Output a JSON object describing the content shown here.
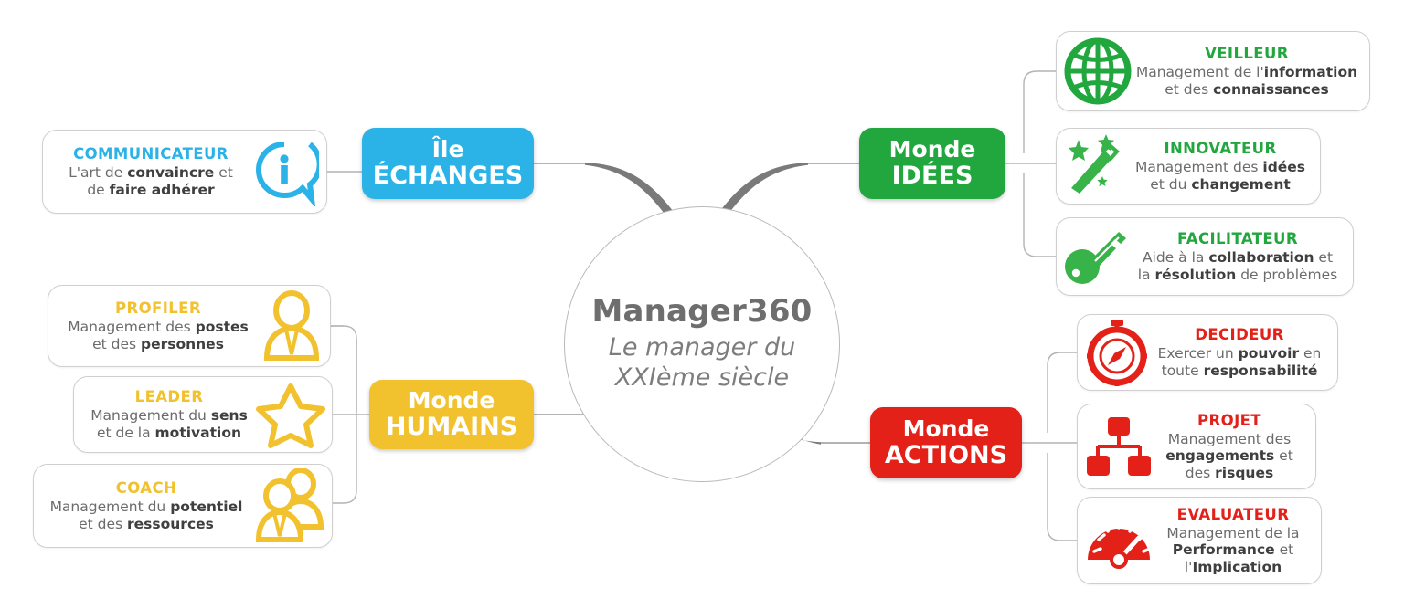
{
  "center": {
    "title": "Manager360",
    "subtitle_line1": "Le manager du",
    "subtitle_line2": "XXIème siècle"
  },
  "colors": {
    "blue": "#2bb3e8",
    "green": "#22A73F",
    "yellow": "#F2C12E",
    "red": "#E32119",
    "card_border": "#cfcfcf",
    "body_text": "#6b6b6b",
    "strong_text": "#3f3f3f",
    "hub_text": "#6e6e6e",
    "connector": "#9a9a9a"
  },
  "worlds": {
    "echanges": {
      "line1": "Île",
      "line2": "ÉCHANGES"
    },
    "idees": {
      "line1": "Monde",
      "line2": "IDÉES"
    },
    "humains": {
      "line1": "Monde",
      "line2": "HUMAINS"
    },
    "actions": {
      "line1": "Monde",
      "line2": "ACTIONS"
    }
  },
  "cards": {
    "communicateur": {
      "name": "COMMUNICATEUR",
      "icon": "speech-bubble-info-icon",
      "desc_line1_pre": "L'art de ",
      "desc_line1_strong": "convaincre",
      "desc_line1_post": " et",
      "desc_line2_pre": "de ",
      "desc_line2_strong": "faire adhérer",
      "desc_line2_post": ""
    },
    "profiler": {
      "name": "PROFILER",
      "icon": "person-icon",
      "desc_line1_pre": "Management des ",
      "desc_line1_strong": "postes",
      "desc_line1_post": "",
      "desc_line2_pre": "et des ",
      "desc_line2_strong": "personnes",
      "desc_line2_post": ""
    },
    "leader": {
      "name": "LEADER",
      "icon": "star-icon",
      "desc_line1_pre": "Management du ",
      "desc_line1_strong": "sens",
      "desc_line1_post": "",
      "desc_line2_pre": "et de la ",
      "desc_line2_strong": "motivation",
      "desc_line2_post": ""
    },
    "coach": {
      "name": "COACH",
      "icon": "two-people-icon",
      "desc_line1_pre": "Management du ",
      "desc_line1_strong": "potentiel",
      "desc_line1_post": "",
      "desc_line2_pre": "et des ",
      "desc_line2_strong": "ressources",
      "desc_line2_post": ""
    },
    "veilleur": {
      "name": "VEILLEUR",
      "icon": "globe-icon",
      "desc_line1_pre": "Management de l'",
      "desc_line1_strong": "information",
      "desc_line1_post": "",
      "desc_line2_pre": "et des ",
      "desc_line2_strong": "connaissances",
      "desc_line2_post": ""
    },
    "innovateur": {
      "name": "INNOVATEUR",
      "icon": "magic-wand-icon",
      "desc_line1_pre": "Management des ",
      "desc_line1_strong": "idées",
      "desc_line1_post": "",
      "desc_line2_pre": "et du ",
      "desc_line2_strong": "changement",
      "desc_line2_post": ""
    },
    "facilitateur": {
      "name": "FACILITATEUR",
      "icon": "key-icon",
      "desc_line1_pre": "Aide à la ",
      "desc_line1_strong": "collaboration",
      "desc_line1_post": " et",
      "desc_line2_pre": "la ",
      "desc_line2_strong": "résolution",
      "desc_line2_post": " de problèmes"
    },
    "decideur": {
      "name": "DECIDEUR",
      "icon": "compass-icon",
      "desc_line1_pre": "Exercer un ",
      "desc_line1_strong": "pouvoir",
      "desc_line1_post": " en",
      "desc_line2_pre": "toute ",
      "desc_line2_strong": "responsabilité",
      "desc_line2_post": ""
    },
    "projet": {
      "name": "PROJET",
      "icon": "org-chart-icon",
      "desc_line1_pre": "Management des ",
      "desc_line1_strong": "",
      "desc_line1_post": "",
      "desc_line2_pre": "",
      "desc_line2_strong": "engagements",
      "desc_line2_post": " et",
      "desc_line3_pre": "des ",
      "desc_line3_strong": "risques",
      "desc_line3_post": ""
    },
    "evaluateur": {
      "name": "EVALUATEUR",
      "icon": "gauge-icon",
      "desc_line1_pre": "Management de la ",
      "desc_line1_strong": "",
      "desc_line1_post": "",
      "desc_line2_pre": "",
      "desc_line2_strong": "Performance",
      "desc_line2_post": " et",
      "desc_line3_pre": "l'",
      "desc_line3_strong": "Implication",
      "desc_line3_post": ""
    }
  }
}
